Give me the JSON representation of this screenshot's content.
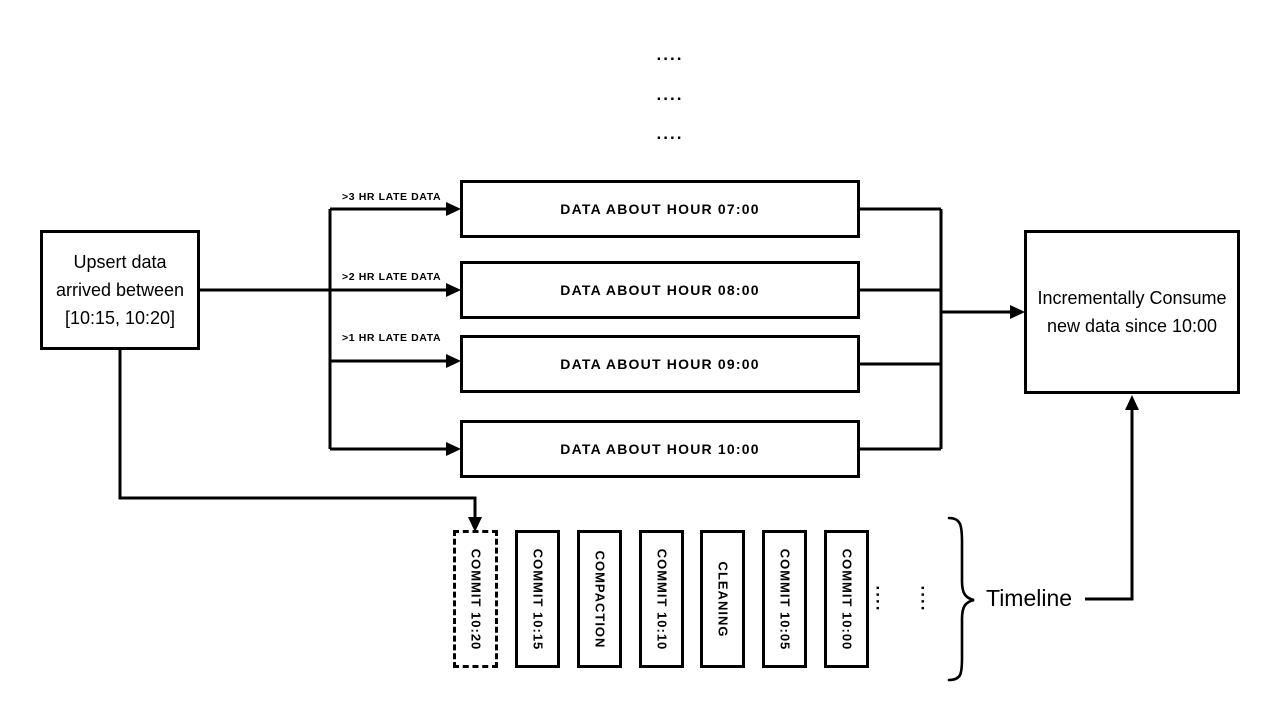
{
  "diagram": {
    "colors": {
      "ink": "#000000",
      "background": "#ffffff"
    },
    "ellipsis_rows": [
      "....",
      "....",
      "...."
    ],
    "upsert_box": {
      "lines": [
        "Upsert data",
        "arrived between",
        "[10:15, 10:20]"
      ]
    },
    "late_labels": [
      ">3 HR LATE DATA",
      ">2 HR LATE DATA",
      ">1 HR LATE DATA"
    ],
    "hour_boxes": [
      {
        "label": "DATA ABOUT HOUR 07:00"
      },
      {
        "label": "DATA ABOUT HOUR 08:00"
      },
      {
        "label": "DATA ABOUT HOUR 09:00"
      },
      {
        "label": "DATA ABOUT HOUR 10:00"
      }
    ],
    "consume_box": {
      "lines": [
        "Incrementally Consume",
        "new data since 10:00"
      ]
    },
    "timeline": {
      "entries": [
        {
          "label": "COMMIT 10:20",
          "style": "dashed"
        },
        {
          "label": "COMMIT 10:15",
          "style": "solid"
        },
        {
          "label": "COMPACTION",
          "style": "solid"
        },
        {
          "label": "COMMIT 10:10",
          "style": "solid"
        },
        {
          "label": "CLEANING",
          "style": "solid"
        },
        {
          "label": "COMMIT 10:05",
          "style": "solid"
        },
        {
          "label": "COMMIT 10:00",
          "style": "solid"
        }
      ],
      "ellipsis_cols": [
        "....",
        "...."
      ],
      "label": "Timeline"
    }
  }
}
